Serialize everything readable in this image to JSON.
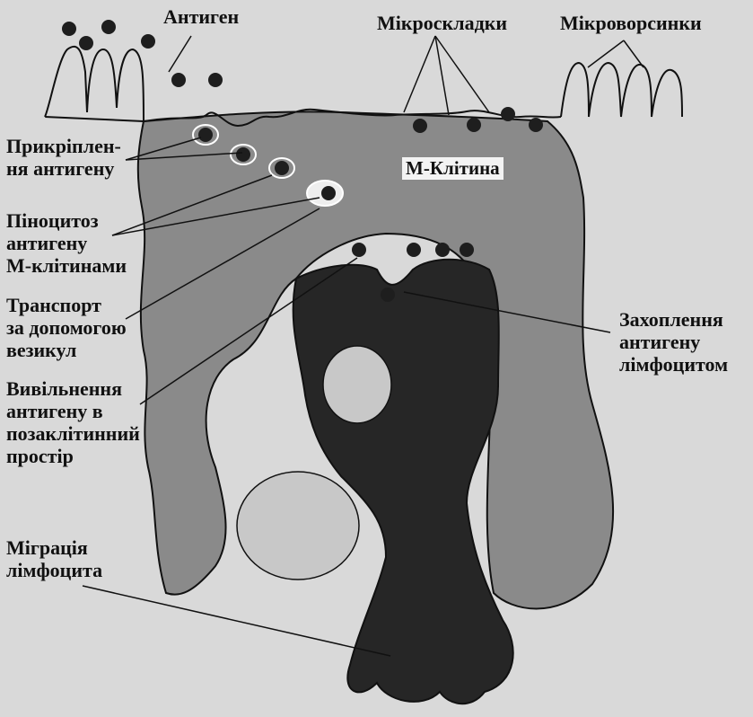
{
  "labels": {
    "antigen": "Антиген",
    "microfolds": "Мікроскладки",
    "microvilli": "Мікроворсинки",
    "m_cell": "М-Клітина",
    "attachment": [
      "Прикріплен-",
      "ня антигену"
    ],
    "pinocytosis": [
      "Піноцитоз",
      "антигену",
      "М-клітинами"
    ],
    "transport": [
      "Транспорт",
      "за допомогою",
      "везикул"
    ],
    "release": [
      "Вивільнення",
      "антигену в",
      "позаклітинний",
      "простір"
    ],
    "migration": [
      "Міграція",
      "лімфоцита"
    ],
    "capture": [
      "Захоплення",
      "антигену",
      "лімфоцитом"
    ]
  },
  "colors": {
    "background": "#d9d9d9",
    "m_cell_fill": "#8a8a8a",
    "lymphocyte_fill": "#262626",
    "nucleus_fill": "#c8c8c8",
    "antigen_dot": "#1e1e1e",
    "outline": "#111111"
  }
}
